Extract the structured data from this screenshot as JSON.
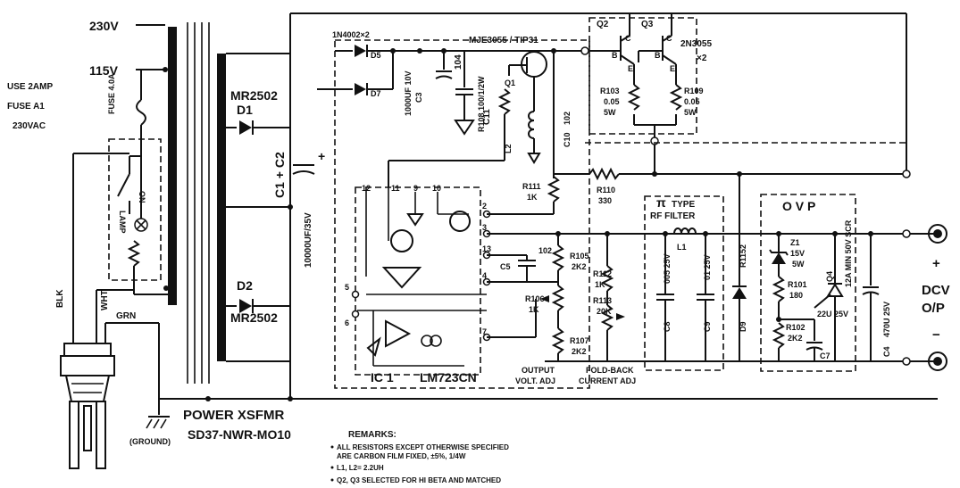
{
  "mains": {
    "v230": "230V",
    "v115": "115V",
    "fuse_note_1": "USE 2AMP",
    "fuse_note_2": "FUSE A1",
    "fuse_note_3": "230VAC",
    "fuse": "FUSE 4.0A",
    "switch_on": "ON",
    "lamp": "LAMP"
  },
  "wires": {
    "blk": "BLK",
    "wht": "WHT",
    "grn": "GRN",
    "ground": "(GROUND)"
  },
  "transformer": {
    "title": "POWER XSFMR",
    "part": "SD37-NWR-MO10"
  },
  "rectifier": {
    "d1_part": "MR2502",
    "d1": "D1",
    "d2": "D2",
    "d2_part": "MR2502",
    "c1c2": "C1 + C2",
    "c1c2_value": "10000UF/35V",
    "plus": "+"
  },
  "aux_supply": {
    "diodes": "1N4002×2",
    "d5": "D5",
    "d7": "D7",
    "c3": "C3",
    "c3_value": "1000UF 10V",
    "c11": "C11",
    "c11_value": "104"
  },
  "driver": {
    "transistor": "MJE3055 / TIP31",
    "q1": "Q1",
    "r108": "R108 100/1/2W",
    "l2": "L2",
    "c10": "C10",
    "c10_value": "102"
  },
  "pass_stage": {
    "q2": "Q2",
    "q3": "Q3",
    "part": "2N3055",
    "qty": "×2",
    "r103": "R103",
    "r103_v": "0.05",
    "r103_w": "5W",
    "r109": "R109",
    "r109_v": "0.05",
    "r109_w": "5W",
    "b": "B",
    "c": "C",
    "e": "E"
  },
  "regulator": {
    "ic": "IC 1",
    "part": "LM723CN",
    "pins": [
      "12",
      "11",
      "9",
      "10",
      "2",
      "3",
      "13",
      "4",
      "5",
      "6",
      "7"
    ],
    "c5": "C5",
    "c5_value": "102"
  },
  "divider": {
    "r111": "R111",
    "r111_v": "1K",
    "r110": "R110",
    "r110_v": "330",
    "r105": "R105",
    "r105_v": "2K2",
    "r106": "R106",
    "r106_v": "1K",
    "r107": "R107",
    "r107_v": "2K2",
    "r112": "R112",
    "r112_v": "1K",
    "r113": "R113",
    "r113_v": "20K",
    "output_adj_1": "OUTPUT",
    "output_adj_2": "VOLT. ADJ",
    "foldback_1": "FOLD-BACK",
    "foldback_2": "CURRENT ADJ"
  },
  "rf_filter": {
    "pi": "π",
    "title_1": "TYPE",
    "title_2": "RF FILTER",
    "l1": "L1",
    "c8": "C8",
    "c8_value": "005 25V",
    "c9": "C9",
    "c9_value": "01 25V"
  },
  "output_diodes": {
    "r1152": "R1152",
    "d9": "D9"
  },
  "ovp": {
    "title": "O V P",
    "z1": "Z1",
    "z1_v": "15V",
    "z1_w": "5W",
    "r101": "R101",
    "r101_v": "180",
    "r102": "R102",
    "r102_v": "2K2",
    "c7": "C7",
    "c7_value": "22U 25V",
    "q4": "Q4",
    "scr": "12A MIN 50V SCR"
  },
  "output": {
    "c4": "C4",
    "c4_value": "470U 25V",
    "plus": "+",
    "minus": "−",
    "dcv": "DCV",
    "op": "O/P"
  },
  "remarks": {
    "title": "REMARKS:",
    "items": [
      "ALL RESISTORS EXCEPT OTHERWISE SPECIFIED",
      "ARE CARBON FILM FIXED, ±5%, 1/4W",
      "L1, L2= 2.2UH",
      "Q2, Q3 SELECTED FOR HI BETA AND MATCHED"
    ]
  }
}
